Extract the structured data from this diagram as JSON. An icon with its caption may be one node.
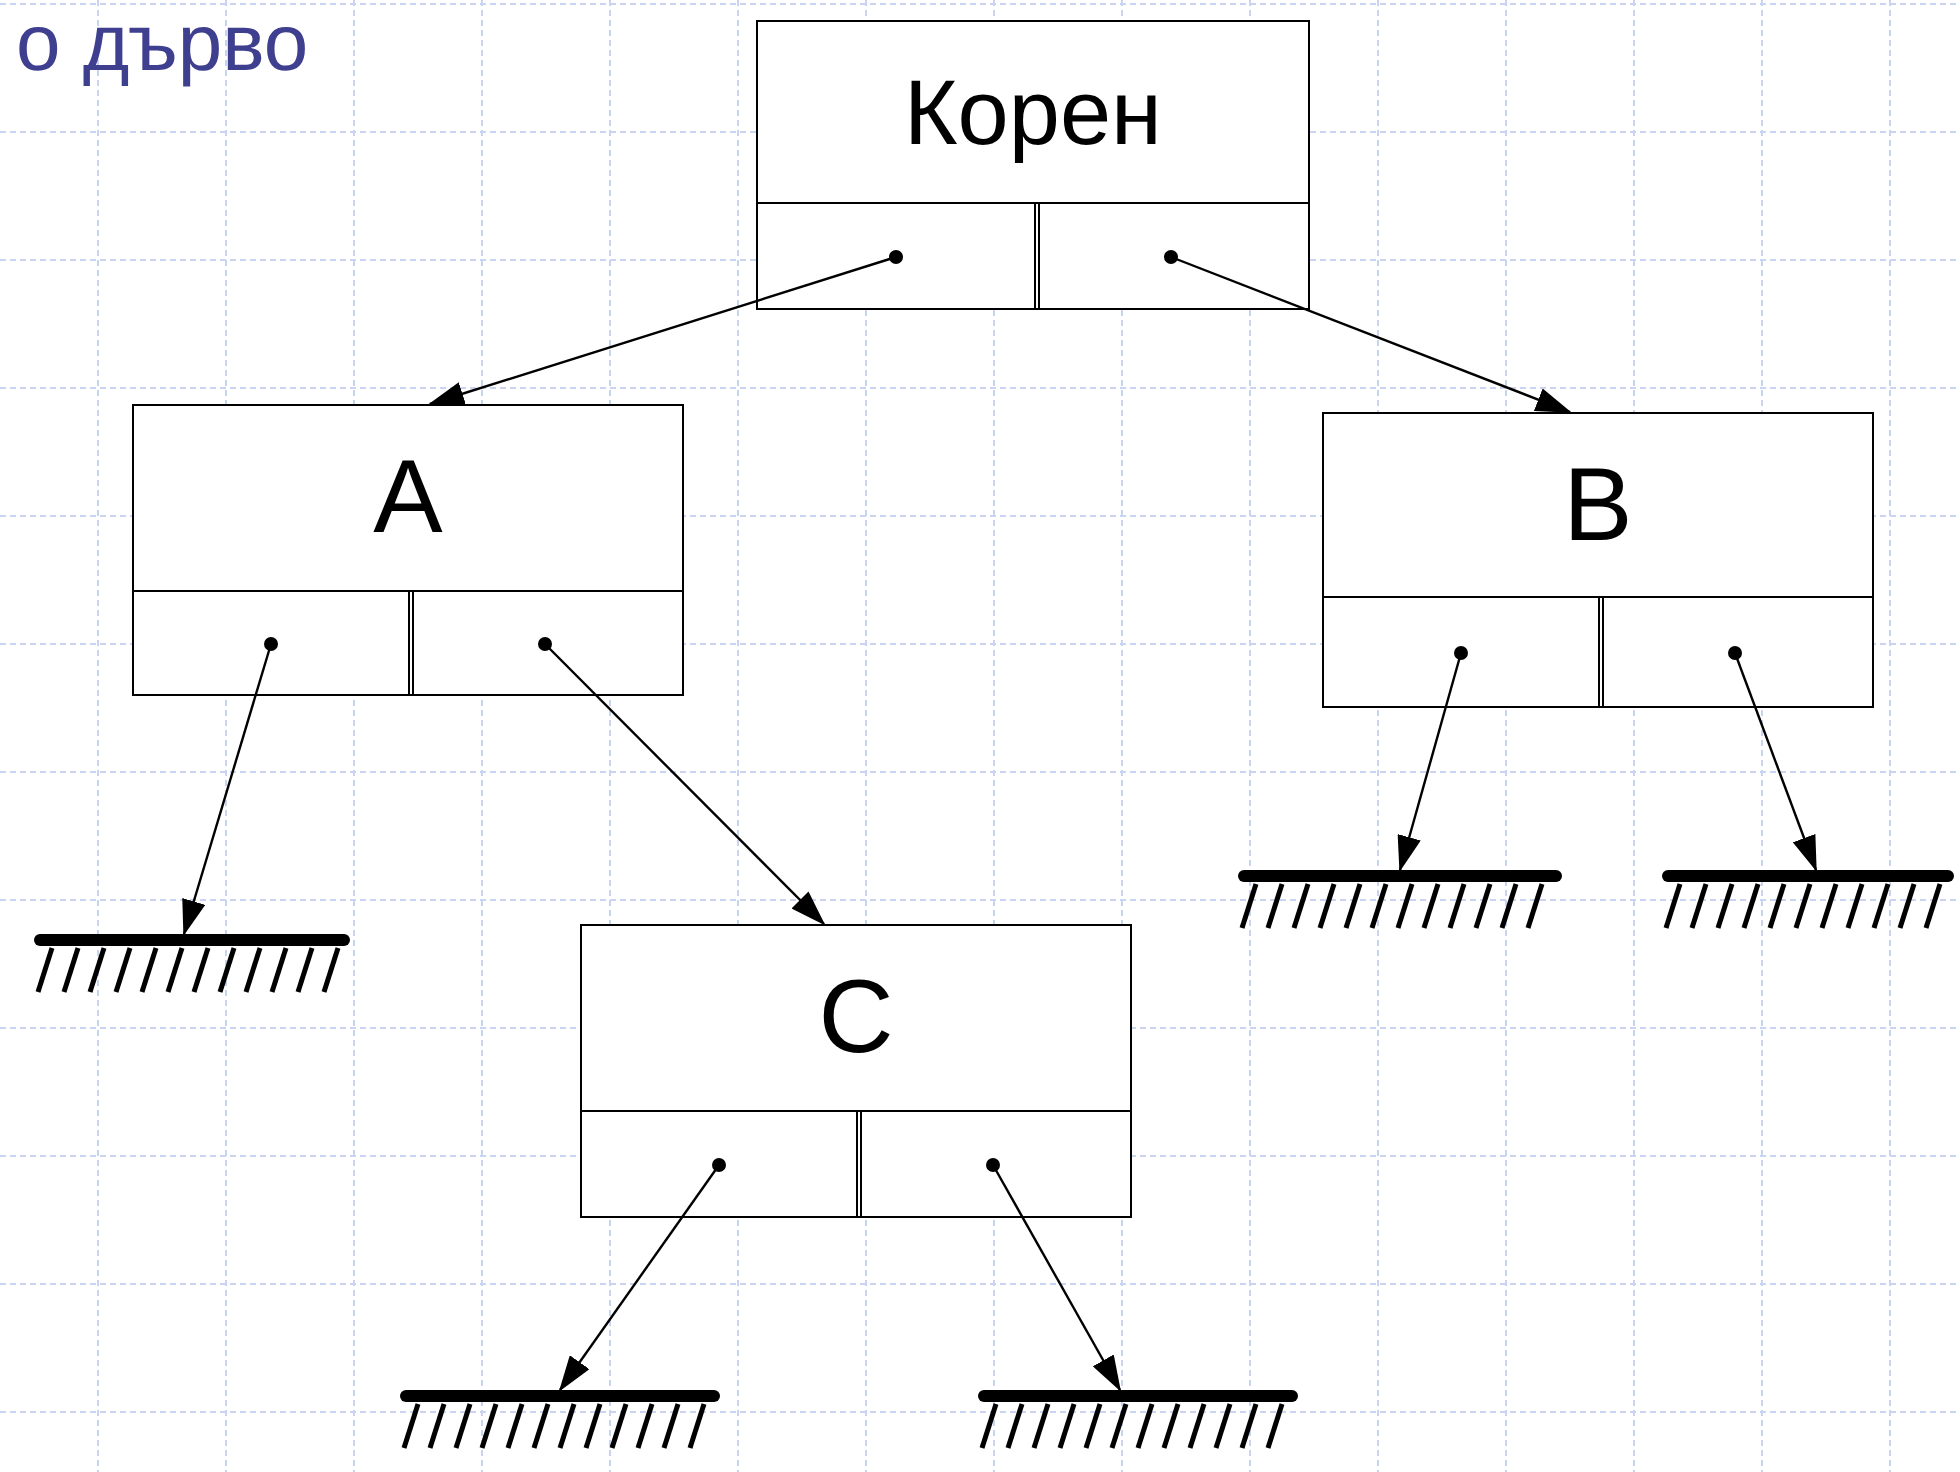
{
  "diagram": {
    "title": "о дърво",
    "nodes": [
      {
        "text": [
          "Корен"
        ]
      },
      {
        "text": [
          "A"
        ]
      },
      {
        "text": [
          "B"
        ]
      },
      {
        "text": [],
        "shape": "ground"
      },
      {
        "text": [],
        "shape": "ground"
      },
      {
        "text": [
          "C"
        ]
      },
      {
        "text": [],
        "shape": "ground"
      },
      {
        "text": [],
        "shape": "ground"
      },
      {
        "text": [],
        "shape": "ground"
      }
    ],
    "edges": [
      {
        "from": 0,
        "to": 1,
        "arrow": "to"
      },
      {
        "from": 0,
        "to": 2,
        "arrow": "to"
      },
      {
        "from": 1,
        "to": 6,
        "arrow": "to"
      },
      {
        "from": 1,
        "to": 5,
        "arrow": "to"
      },
      {
        "from": 2,
        "to": 3,
        "arrow": "to"
      },
      {
        "from": 2,
        "to": 4,
        "arrow": "to"
      },
      {
        "from": 5,
        "to": 7,
        "arrow": "to"
      },
      {
        "from": 5,
        "to": 8,
        "arrow": "to"
      }
    ]
  }
}
